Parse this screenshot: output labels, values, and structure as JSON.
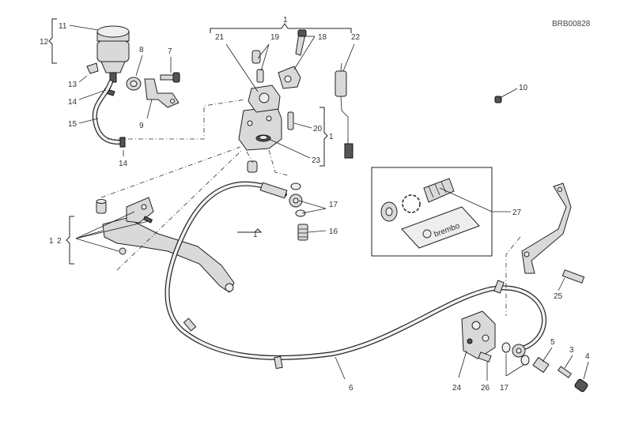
{
  "diagram": {
    "code": "BRB00828",
    "kit_brand": "brembo",
    "labels": [
      "1",
      "1",
      "1",
      "1",
      "2",
      "3",
      "4",
      "5",
      "6",
      "7",
      "8",
      "9",
      "10",
      "11",
      "12",
      "13",
      "14",
      "14",
      "15",
      "16",
      "17",
      "17",
      "18",
      "19",
      "20",
      "21",
      "22",
      "23",
      "24",
      "25",
      "26",
      "27"
    ]
  },
  "colors": {
    "line": "#222222",
    "fill": "#d9d9d9",
    "background": "#ffffff"
  }
}
